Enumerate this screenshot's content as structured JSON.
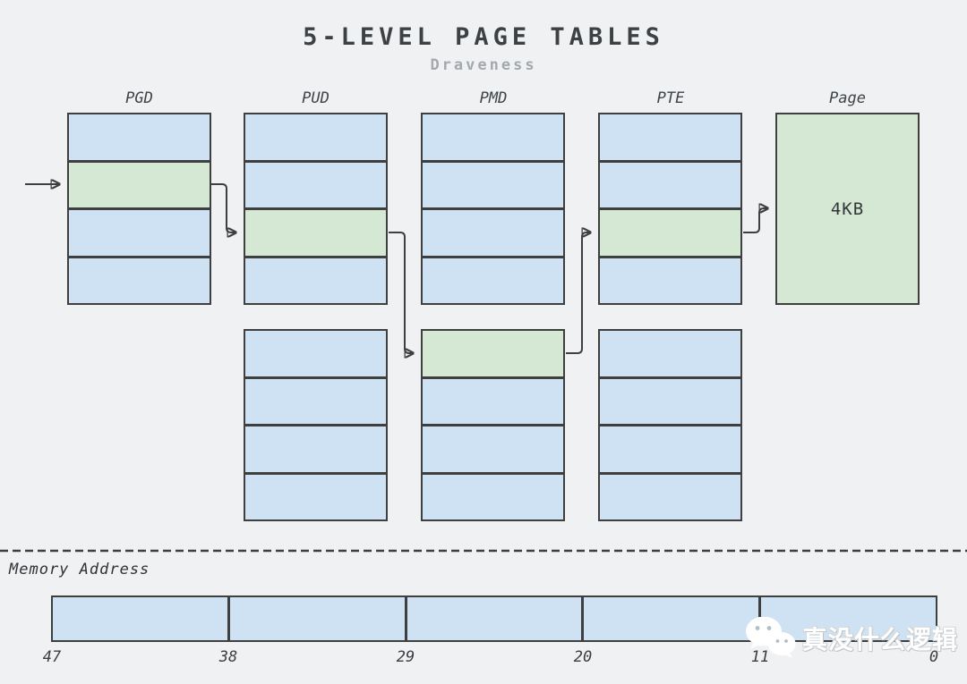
{
  "title": "5-LEVEL PAGE TABLES",
  "subtitle": "Draveness",
  "columns": [
    {
      "label": "PGD"
    },
    {
      "label": "PUD"
    },
    {
      "label": "PMD"
    },
    {
      "label": "PTE"
    },
    {
      "label": "Page"
    }
  ],
  "tables": {
    "pgd_t1": [
      "blue",
      "green",
      "blue",
      "blue"
    ],
    "pud_t1": [
      "blue",
      "blue",
      "green",
      "blue"
    ],
    "pud_t2": [
      "blue",
      "blue",
      "blue",
      "blue"
    ],
    "pmd_t1": [
      "blue",
      "blue",
      "blue",
      "blue"
    ],
    "pmd_t2": [
      "green",
      "blue",
      "blue",
      "blue"
    ],
    "pte_t1": [
      "blue",
      "blue",
      "green",
      "blue"
    ],
    "pte_t2": [
      "blue",
      "blue",
      "blue",
      "blue"
    ]
  },
  "page_box": {
    "label": "4KB"
  },
  "memory_address": {
    "label": "Memory Address",
    "tick_labels": [
      "47",
      "38",
      "29",
      "20",
      "11",
      "0"
    ],
    "segments": 5
  },
  "watermark": {
    "text": "真没什么逻辑",
    "icon": "wechat-icon"
  },
  "colors": {
    "background": "#eff1f3",
    "box_blue": "#cfe2f3",
    "box_green": "#d5e8d4",
    "border": "#3f3f3f",
    "title_text": "#3d4144",
    "subtitle_text": "#a5a9ad"
  }
}
